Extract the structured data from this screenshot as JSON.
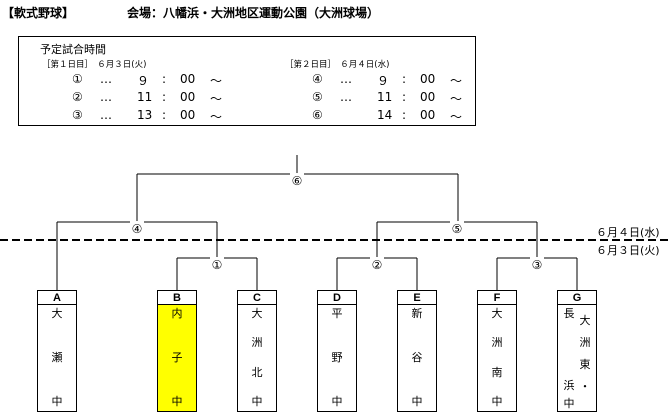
{
  "header": {
    "sport": "【軟式野球】",
    "venue": "会場：八幡浜・大洲地区運動公園（大洲球場）"
  },
  "schedule": {
    "title": "予定試合時間",
    "day1": {
      "label": "［第１日目］　６月３日(火)",
      "rows": [
        {
          "mark": "①",
          "dots": "…",
          "hour": "９",
          "colon": ":",
          "min": "00",
          "tilde": "～"
        },
        {
          "mark": "②",
          "dots": "…",
          "hour": "11",
          "colon": ":",
          "min": "00",
          "tilde": "～"
        },
        {
          "mark": "③",
          "dots": "…",
          "hour": "13",
          "colon": ":",
          "min": "00",
          "tilde": "～"
        }
      ]
    },
    "day2": {
      "label": "［第２日目］　６月４日(水)",
      "rows": [
        {
          "mark": "④",
          "dots": "…",
          "hour": "９",
          "colon": ":",
          "min": "00",
          "tilde": "～"
        },
        {
          "mark": "⑤",
          "dots": "…",
          "hour": "11",
          "colon": ":",
          "min": "00",
          "tilde": "～"
        },
        {
          "mark": "⑥",
          "dots": "",
          "hour": "14",
          "colon": ":",
          "min": "00",
          "tilde": "～"
        }
      ]
    }
  },
  "bracket": {
    "date_upper": "６月４日(水)",
    "date_lower": "６月３日(火)",
    "games": [
      "①",
      "②",
      "③",
      "④",
      "⑤",
      "⑥"
    ]
  },
  "teams": [
    {
      "letter": "A",
      "school": "大瀬中",
      "highlight": false
    },
    {
      "letter": "B",
      "school": "内子中",
      "highlight": true
    },
    {
      "letter": "C",
      "school": "大洲北中",
      "highlight": false
    },
    {
      "letter": "D",
      "school": "平野中",
      "highlight": false
    },
    {
      "letter": "E",
      "school": "新谷中",
      "highlight": false
    },
    {
      "letter": "F",
      "school": "大洲南中",
      "highlight": false
    },
    {
      "letter": "G",
      "school": "長浜・大洲東中",
      "highlight": false
    }
  ],
  "colors": {
    "highlight": "#ffff00",
    "line": "#000000"
  }
}
